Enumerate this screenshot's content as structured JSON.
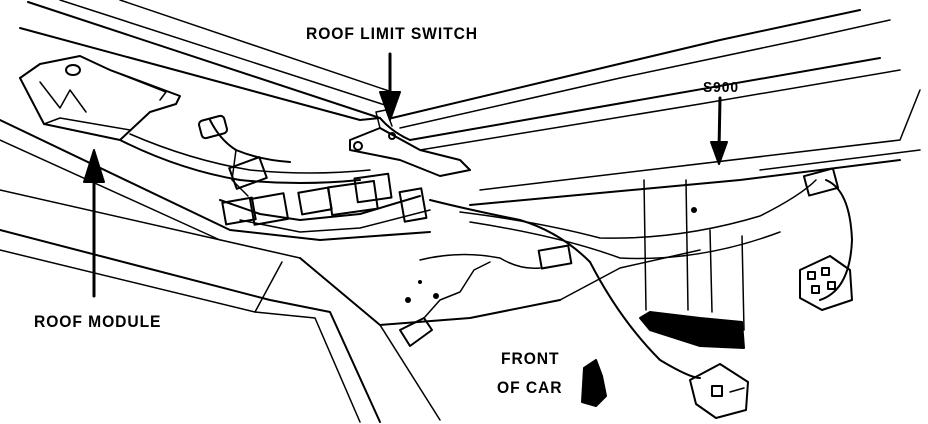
{
  "labels": {
    "roof_limit_switch": "ROOF LIMIT SWITCH",
    "s900": "S900",
    "roof_module": "ROOF MODULE",
    "front_of_car_line1": "FRONT",
    "front_of_car_line2": "OF CAR"
  },
  "colors": {
    "ink": "#000000",
    "paper": "#ffffff"
  }
}
